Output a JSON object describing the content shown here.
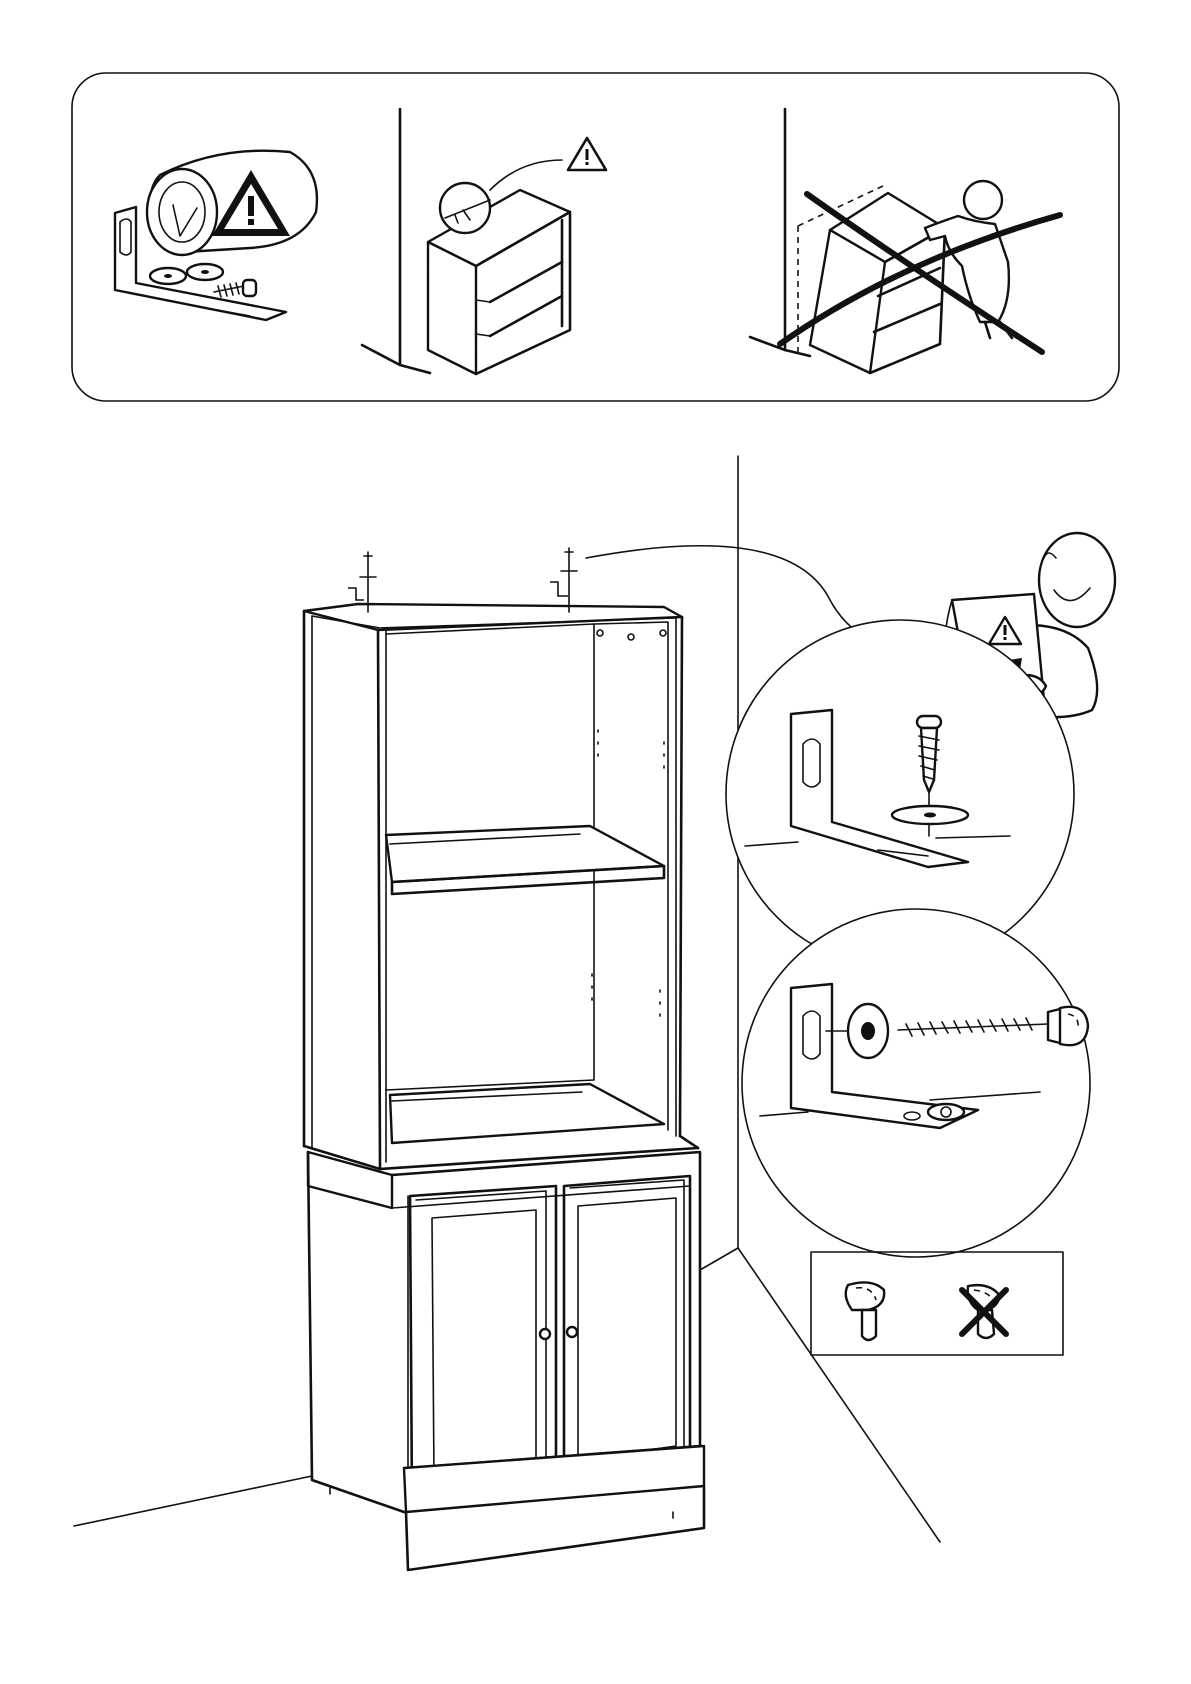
{
  "page": {
    "type": "furniture assembly instruction sheet",
    "colors": {
      "ink": "#111111",
      "paper": "#ffffff",
      "shade": "#d9d9d9"
    }
  },
  "warning_panel": {
    "items": [
      {
        "name": "wall-fixing-kit",
        "icon": "warning-triangle-icon"
      },
      {
        "name": "shelf-anchored-to-wall",
        "icon": "warning-triangle-icon"
      },
      {
        "name": "unsecured-shelf-tipping-crossed-out",
        "icon": "cross-out-mark"
      }
    ]
  },
  "main_step": {
    "subject": "cabinet-with-open-bookcase-top",
    "callouts": [
      {
        "name": "bracket-to-top-panel-detail",
        "icon": "screw-icon"
      },
      {
        "name": "bracket-to-wall-detail",
        "icon": "wall-plug-icon"
      }
    ],
    "helper_figure": {
      "name": "person-reading-manual",
      "icon": "warning-triangle-icon"
    },
    "plug_options": [
      {
        "name": "correct-wall-plug",
        "state": "ok"
      },
      {
        "name": "wrong-wall-plug",
        "state": "crossed-out"
      }
    ]
  }
}
